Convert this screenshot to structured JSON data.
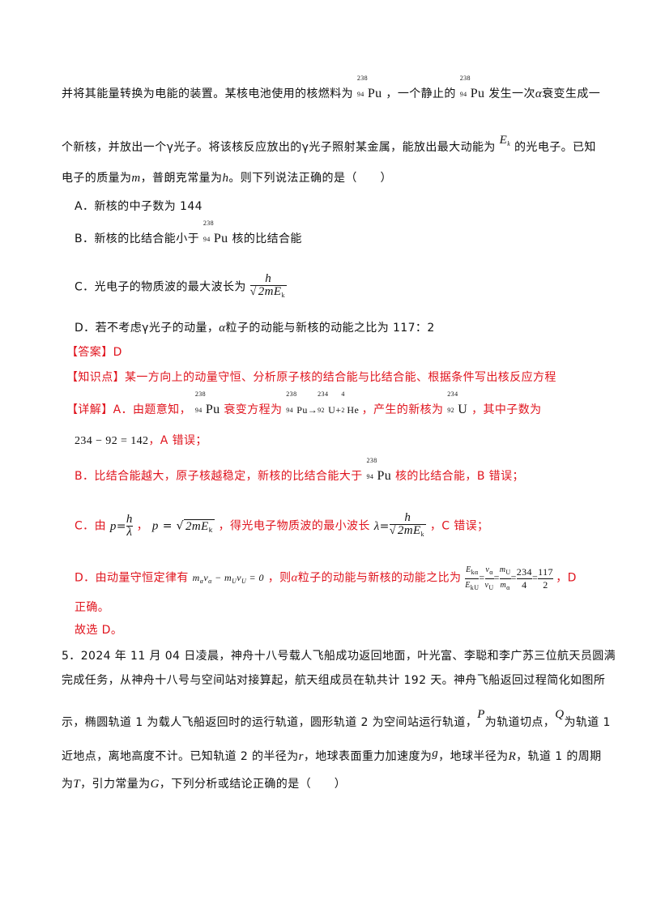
{
  "q4": {
    "l1_pre": "并将其能量转换为电能的装置。某核电池使用的核燃料为",
    "l1_mid": "，一个静止的",
    "l1_post": "发生一次",
    "l1_alpha": "α",
    "l1_end": "衰变生成一",
    "l2_pre": "个新核，并放出一个γ光子。将该核反应放出的γ光子照射某金属，能放出最大动能为",
    "l2_post": "的光电子。已知",
    "l3_a": "电子的质量为",
    "l3_m": "m",
    "l3_b": "，普朗克常量为",
    "l3_h": "h",
    "l3_c": "。则下列说法正确的是（　　）",
    "optA": "A．新核的中子数为 144",
    "optB_pre": "B．新核的比结合能小于",
    "optB_post": "核的比结合能",
    "optC_pre": "C．光电子的物质波的最大波长为",
    "optD_a": "D．若不考虑γ光子的动量，",
    "optD_alpha": "α",
    "optD_b": "粒子的动能与新核的动能之比为 117：2"
  },
  "nuclide": {
    "pu_mass": "238",
    "pu_z": "94",
    "pu_sym": "Pu",
    "u_mass": "234",
    "u_z": "92",
    "u_sym": "U",
    "he_mass": "4",
    "he_z": "2",
    "he_sym": "He",
    "arrow": "→",
    "plus": "+"
  },
  "math": {
    "h": "h",
    "two_m": "2m",
    "ek": "E",
    "k": "k",
    "p": "p",
    "eq": "=",
    "lambda": "λ",
    "lambda_min": "λ",
    "calc1": "234 − 92 = 142",
    "momentum": "m",
    "frac_ratio_num1": "E",
    "frac_ratio_num2": "v",
    "frac_ratio_num3": "m",
    "frac_ratio_val": "234",
    "frac_ratio_den_val": "4",
    "frac_final_num": "117",
    "frac_final_den": "2"
  },
  "sol": {
    "answer": "【答案】D",
    "knowledge": "【知识点】某一方向上的动量守恒、分析原子核的结合能与比结合能、根据条件写出核反应方程",
    "detail_pre": "【详解】A．由题意知，",
    "detail_mid": "衰变方程为",
    "detail_post": "，产生的新核为",
    "detail_end": "，其中子数为",
    "a_tail": "，A 错误；",
    "b_pre": "B．比结合能越大，原子核越稳定，新核的比结合能大于",
    "b_post": "核的比结合能，B 错误；",
    "c_pre": "C．由",
    "c_sep": "，",
    "c_mid": "，得光电子物质波的最小波长",
    "c_post": "，C 错误；",
    "d_pre": "D．由动量守恒定律有",
    "d_mid": "，则",
    "d_alpha": "α",
    "d_mid2": "粒子的动能与新核的动能之比为",
    "d_post": "，D",
    "d_line2": "正确。",
    "choose": "故选 D。"
  },
  "q5": {
    "l1": "5．2024 年 11 月 04 日凌晨，神舟十八号载人飞船成功返回地面，叶光富、李聪和李广苏三位航天员圆满",
    "l2": "完成任务，从神舟十八号与空间站对接算起，航天组成员在轨共计 192 天。神舟飞船返回过程简化如图所",
    "l3_a": "示，椭圆轨道 1 为载人飞船返回时的运行轨道，圆形轨道 2 为空间站运行轨道，",
    "l3_P": "P",
    "l3_b": "为轨道切点，",
    "l3_Q": "Q",
    "l3_c": "为轨道 1",
    "l4_a": "近地点，离地高度不计。已知轨道 2 的半径为",
    "l4_r": "r",
    "l4_b": "，地球表面重力加速度为",
    "l4_g": "g",
    "l4_c": "，地球半径为",
    "l4_R": "R",
    "l4_d": "，轨道 1 的周期",
    "l5_a": "为",
    "l5_T": "T",
    "l5_b": "，引力常量为",
    "l5_G": "G",
    "l5_c": "，下列分析或结论正确的是（　　）"
  }
}
